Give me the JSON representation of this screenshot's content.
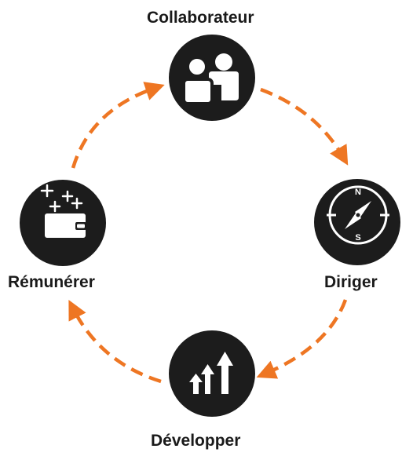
{
  "diagram": {
    "accent_color": "#ee7623",
    "node_color": "#1c1c1c",
    "nodes": [
      {
        "id": "top",
        "label": "Collaborateur",
        "icon": "people-icon"
      },
      {
        "id": "right",
        "label": "Diriger",
        "icon": "compass-icon",
        "compass_north": "N",
        "compass_south": "S"
      },
      {
        "id": "bottom",
        "label": "Développer",
        "icon": "growth-arrows-icon"
      },
      {
        "id": "left",
        "label": "Rémunérer",
        "icon": "wallet-icon"
      }
    ],
    "flow": "clockwise"
  }
}
